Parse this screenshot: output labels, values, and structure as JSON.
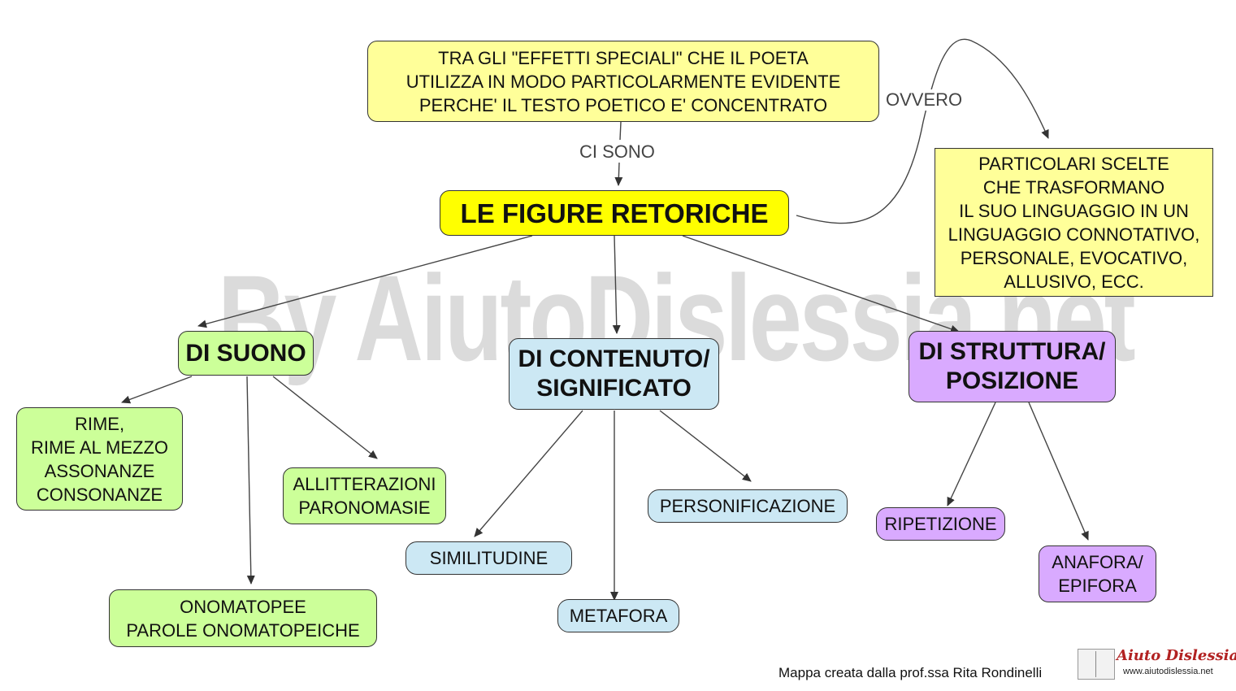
{
  "watermark": "By AiutoDislessia.net",
  "nodes": {
    "intro": "TRA GLI \"EFFETTI SPECIALI\" CHE IL POETA\n UTILIZZA IN MODO PARTICOLARMENTE EVIDENTE\nPERCHE' IL TESTO POETICO E' CONCENTRATO",
    "main": "LE FIGURE RETORICHE",
    "definition": "PARTICOLARI SCELTE\nCHE TRASFORMANO \n IL SUO LINGUAGGIO IN UN\nLINGUAGGIO CONNOTATIVO,\nPERSONALE, EVOCATIVO,\nALLUSIVO, ECC.",
    "suono": "DI SUONO",
    "contenuto": "DI CONTENUTO/\nSIGNIFICATO",
    "struttura": "DI STRUTTURA/\nPOSIZIONE",
    "rime": "RIME,\n RIME AL MEZZO\nASSONANZE\nCONSONANZE",
    "allitterazioni": "ALLITTERAZIONI\nPARONOMASIE",
    "onomatopee": "ONOMATOPEE\nPAROLE ONOMATOPEICHE",
    "similitudine": "SIMILITUDINE",
    "metafora": "METAFORA",
    "personificazione": "PERSONIFICAZIONE",
    "ripetizione": "RIPETIZIONE",
    "anafora": "ANAFORA/\nEPIFORA"
  },
  "link_labels": {
    "ci_sono": "CI SONO",
    "ovvero": "OVVERO"
  },
  "footer": {
    "credit": "Mappa creata dalla prof.ssa Rita Rondinelli",
    "logo_brand": "Aiuto Dislessia",
    "logo_url": "www.aiutodislessia.net"
  },
  "colors": {
    "note": "#ffff99",
    "main": "#ffff00",
    "sound": "#ccff99",
    "content": "#cce8f4",
    "structure": "#d9aaff"
  }
}
